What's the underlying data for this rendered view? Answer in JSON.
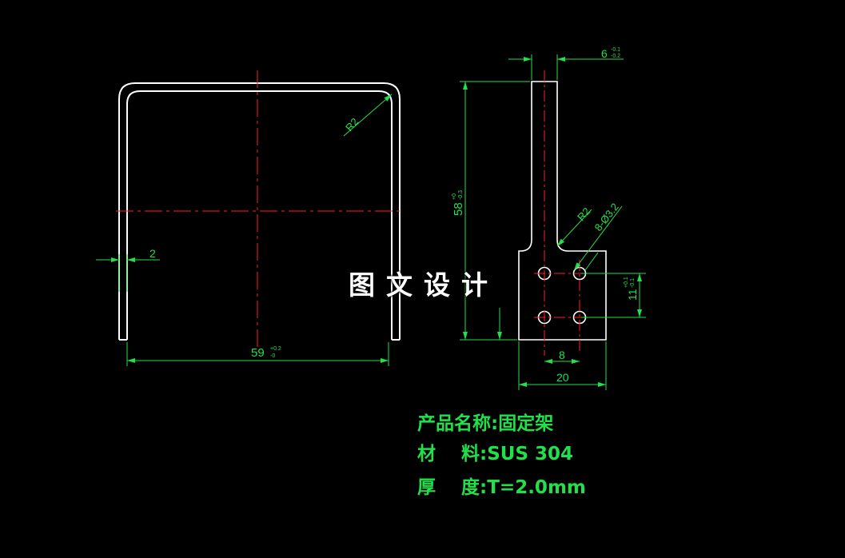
{
  "dimensions": {
    "width_overall": "59",
    "width_overall_tol_upper": "+0.2",
    "width_overall_tol_lower": "-0",
    "thickness": "2",
    "bend_radius_left": "R2",
    "height_side": "58",
    "height_side_tol_upper": "+0",
    "height_side_tol_lower": "-0.3",
    "tab_width": "6",
    "tab_width_tol_upper": "-0.1",
    "tab_width_tol_lower": "-0.2",
    "bend_radius_right": "R2",
    "holes": "8-Ø3.2",
    "hole_pitch_vertical": "11",
    "hole_pitch_vertical_tol_upper": "+0.1",
    "hole_pitch_vertical_tol_lower": "-0.1",
    "hole_pitch_horizontal": "8",
    "base_width": "20"
  },
  "watermark": "图文设计",
  "spec": {
    "name_label": "产品名称:",
    "name_value": "固定架",
    "material_label": "材    料:",
    "material_value": "SUS 304",
    "thickness_label": "厚    度:",
    "thickness_value": "T=2.0mm"
  },
  "colors": {
    "outline": "#ffffff",
    "dimension": "#22e04a",
    "centerline": "#ff2020"
  }
}
